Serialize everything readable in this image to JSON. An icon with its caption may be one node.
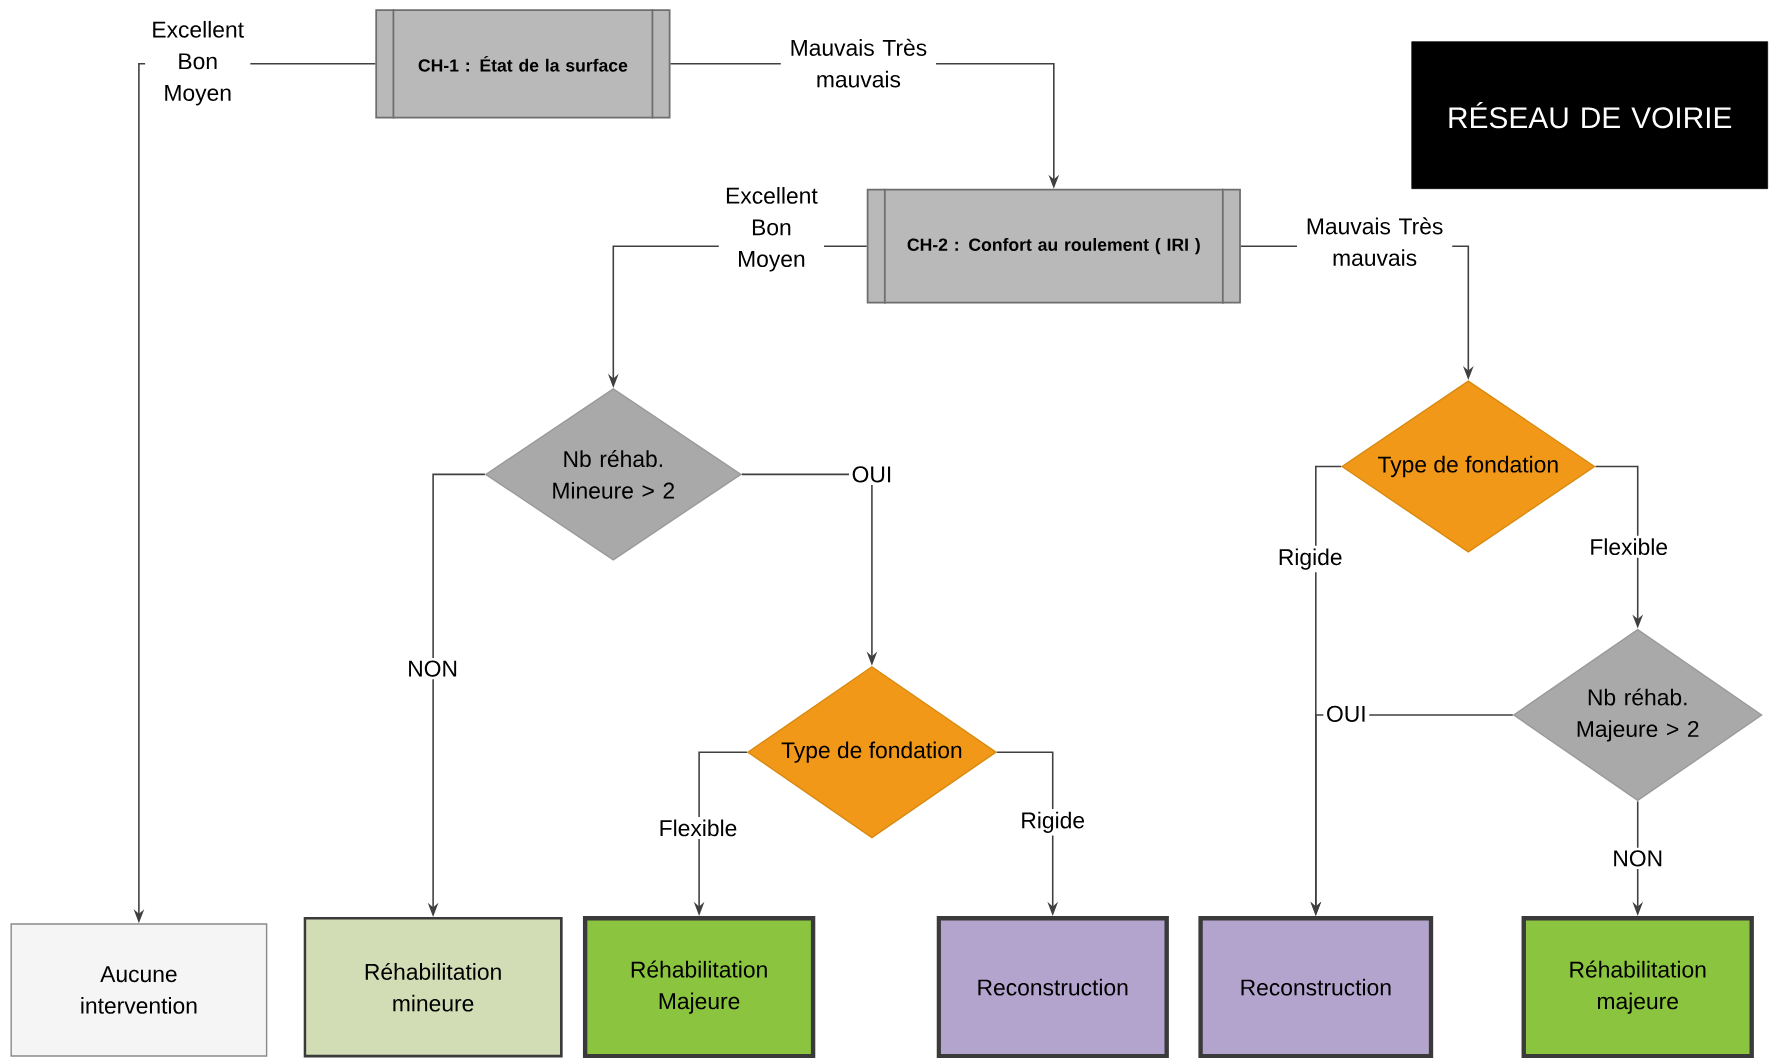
{
  "diagram": {
    "nodes": [
      {
        "text": [
          "RÉSEAU DE VOIRIE"
        ]
      },
      {
        "text": [
          "CH-1 : État de la surface"
        ]
      },
      {
        "text": [
          "CH-2 : Confort au roulement ( IRI )"
        ]
      },
      {
        "text": [
          "Nb réhab. Mineure > 2"
        ]
      },
      {
        "text": [
          "Type de fondation"
        ]
      },
      {
        "text": [
          "Type de fondation"
        ]
      },
      {
        "text": [
          "Nb réhab. Majeure > 2"
        ]
      },
      {
        "text": [
          "Aucune intervention"
        ]
      },
      {
        "text": [
          "Réhabilitation mineure"
        ]
      },
      {
        "text": [
          "Réhabilitation Majeure"
        ]
      },
      {
        "text": [
          "Reconstruction"
        ]
      },
      {
        "text": [
          "Reconstruction"
        ]
      },
      {
        "text": [
          "Réhabilitation majeure"
        ]
      }
    ],
    "edges": [
      {
        "from": 1,
        "to": 7,
        "arrow": "to",
        "label": "Excellent Bon Moyen"
      },
      {
        "from": 1,
        "to": 2,
        "arrow": "to",
        "label": "Mauvais Très mauvais"
      },
      {
        "from": 2,
        "to": 3,
        "arrow": "to",
        "label": "Excellent Bon Moyen"
      },
      {
        "from": 2,
        "to": 5,
        "arrow": "to",
        "label": "Mauvais Très mauvais"
      },
      {
        "from": 3,
        "to": 8,
        "arrow": "to",
        "label": "NON"
      },
      {
        "from": 3,
        "to": 4,
        "arrow": "to",
        "label": "OUI"
      },
      {
        "from": 4,
        "to": 9,
        "arrow": "to",
        "label": "Flexible"
      },
      {
        "from": 4,
        "to": 10,
        "arrow": "to",
        "label": "Rigide"
      },
      {
        "from": 5,
        "to": 11,
        "arrow": "to",
        "label": "Rigide"
      },
      {
        "from": 5,
        "to": 6,
        "arrow": "to",
        "label": "Flexible"
      },
      {
        "from": 6,
        "to": 11,
        "arrow": "to",
        "label": "OUI"
      },
      {
        "from": 6,
        "to": 12,
        "arrow": "to",
        "label": "NON"
      }
    ]
  }
}
